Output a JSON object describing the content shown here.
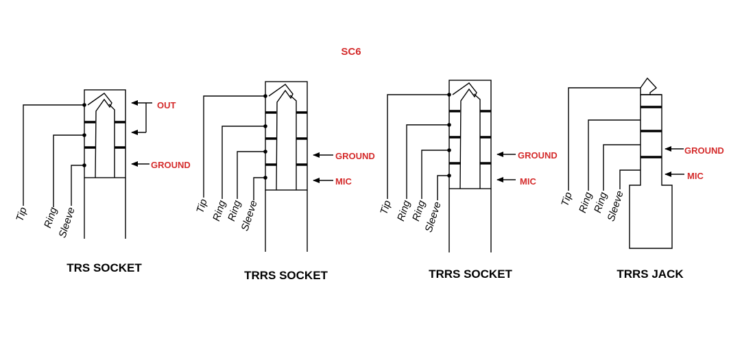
{
  "title": "SC6",
  "diagrams": [
    {
      "caption": "TRS SOCKET",
      "pins": [
        "Tip",
        "Ring",
        "Sleeve"
      ],
      "annotations": [
        "OUT",
        "GROUND"
      ]
    },
    {
      "caption": "TRRS SOCKET",
      "pins": [
        "Tip",
        "Ring",
        "Ring",
        "Sleeve"
      ],
      "annotations": [
        "GROUND",
        "MIC"
      ]
    },
    {
      "caption": "TRRS SOCKET",
      "pins": [
        "Tip",
        "Ring",
        "Ring",
        "Sleeve"
      ],
      "annotations": [
        "GROUND",
        "MIC"
      ]
    },
    {
      "caption": "TRRS JACK",
      "pins": [
        "Tip",
        "Ring",
        "Ring",
        "Sleeve"
      ],
      "annotations": [
        "GROUND",
        "MIC"
      ]
    }
  ],
  "colors": {
    "annotation": "#d42a2a",
    "line": "#000000",
    "background": "#ffffff"
  }
}
